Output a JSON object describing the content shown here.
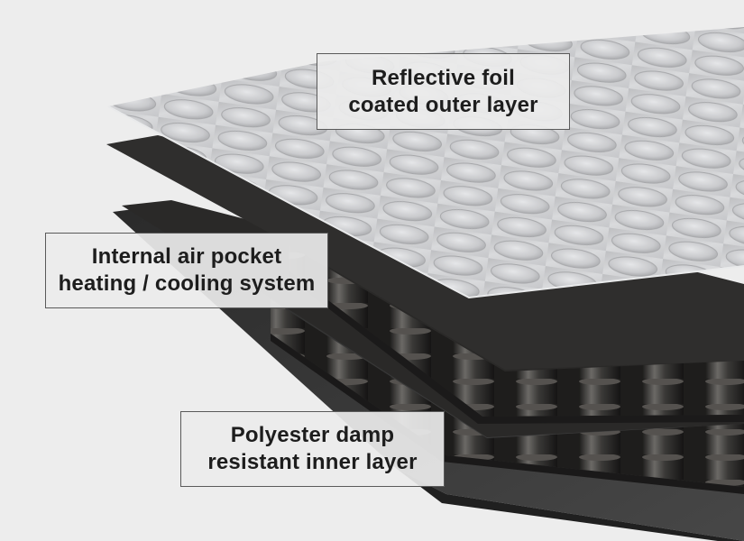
{
  "callouts": {
    "top": {
      "line1": "Reflective foil",
      "line2": "coated outer layer"
    },
    "middle": {
      "line1": "Internal air pocket",
      "line2": "heating / cooling system"
    },
    "bottom": {
      "line1": "Polyester damp",
      "line2": "resistant inner layer"
    }
  },
  "colors": {
    "background": "#ededed",
    "foil": "#c9cacc",
    "air_pocket_core": "#2e2d2c",
    "felt_layer": "#3a3a3a",
    "callout_border": "#5a5a5a",
    "callout_text": "#1d1d1d"
  }
}
